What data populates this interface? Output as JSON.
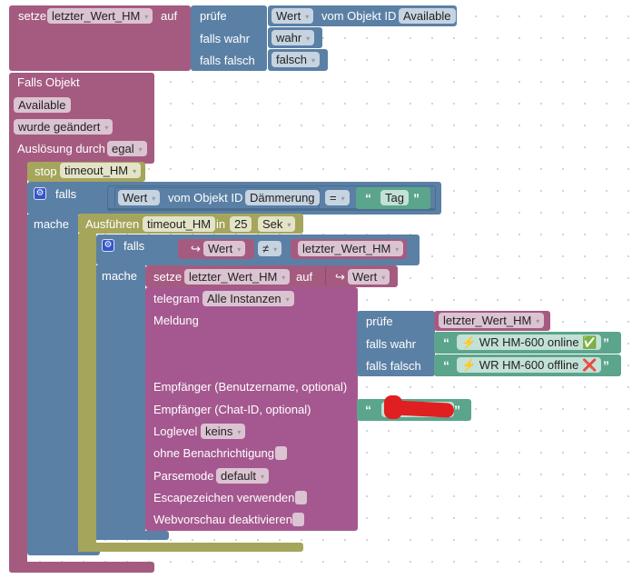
{
  "top_block": {
    "setze": "setze",
    "variable": "letzter_Wert_HM",
    "auf": "auf",
    "pruefe": "prüfe",
    "wert": "Wert",
    "vom_objekt_id": "vom Objekt ID",
    "object_id": "Available",
    "falls_wahr": "falls wahr",
    "wahr": "wahr",
    "falls_falsch": "falls falsch",
    "falsch": "falsch"
  },
  "trigger": {
    "title": "Falls Objekt",
    "object": "Available",
    "condition": "wurde geändert",
    "ausloesung_label": "Auslösung durch",
    "ausloesung_value": "egal"
  },
  "stop": {
    "label": "stop",
    "timeout": "timeout_HM"
  },
  "if1": {
    "falls": "falls",
    "mache": "mache",
    "wert": "Wert",
    "vom_objekt_id": "vom Objekt ID",
    "object_id": "Dämmerung",
    "operator": "=",
    "text": "Tag"
  },
  "timeout": {
    "ausfuehren": "Ausführen",
    "name": "timeout_HM",
    "in": "in",
    "value": "25",
    "unit": "Sek"
  },
  "if2": {
    "falls": "falls",
    "mache": "mache",
    "arrow": "↪",
    "wert": "Wert",
    "operator": "≠",
    "variable": "letzter_Wert_HM"
  },
  "set2": {
    "setze": "setze",
    "variable": "letzter_Wert_HM",
    "auf": "auf",
    "arrow": "↪",
    "wert": "Wert"
  },
  "telegram": {
    "label": "telegram",
    "instance": "Alle Instanzen",
    "meldung": "Meldung",
    "empfaenger_user": "Empfänger (Benutzername, optional)",
    "empfaenger_chat": "Empfänger (Chat-ID, optional)",
    "loglevel_label": "Loglevel",
    "loglevel_value": "keins",
    "ohne_benachrichtigung": "ohne Benachrichtigung",
    "parsemode_label": "Parsemode",
    "parsemode_value": "default",
    "escape": "Escapezeichen verwenden",
    "webvorschau": "Webvorschau deaktivieren"
  },
  "ternary": {
    "pruefe": "prüfe",
    "variable": "letzter_Wert_HM",
    "falls_wahr": "falls wahr",
    "true_text": "⚡ WR HM-600 online ✅",
    "falls_falsch": "falls falsch",
    "false_text": "⚡ WR HM-600 offline ❌"
  },
  "chat_id_text": "-",
  "quote_open": "“",
  "quote_close": "”",
  "dropdown_arrow": "▾"
}
